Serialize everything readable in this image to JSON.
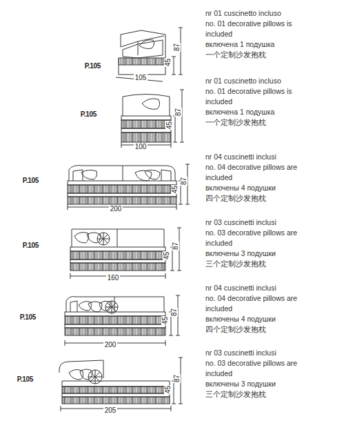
{
  "diagram": {
    "labels": [
      "P.105",
      "105",
      "45",
      "87",
      "nr 01 cuscinetto incluso",
      "no. 01 decorative pillows is included",
      "включена 1 подушка",
      "一个定制沙发抱枕",
      "P.105",
      "100",
      "45",
      "87",
      "nr 01 cuscinetto incluso",
      "no. 01 decorative pillows is included",
      "включена 1 подушка",
      "一个定制沙发抱枕",
      "P.105",
      "200",
      "45",
      "87",
      "nr 04 cuscinetti inclusi",
      "no. 04 decorative pillows are included",
      "включены 4 подушки",
      "四个定制沙发抱枕",
      "P.105",
      "160",
      "45",
      "87",
      "nr 03 cuscinetti inclusi",
      "no. 03 decorative pillows are included",
      "включены 3 подушки",
      "三个定制沙发抱枕",
      "P.105",
      "200",
      "45",
      "87",
      "nr 04 cuscinetti inclusi",
      "no. 04 decorative pillows are included",
      "включены 4 подушки",
      "四个定制沙发抱枕",
      "P.105",
      "205",
      "45",
      "87",
      "nr 03 cuscinetti inclusi",
      "no. 03 decorative pillows are included",
      "включены 3 подушки",
      "三个定制沙发抱枕"
    ]
  }
}
